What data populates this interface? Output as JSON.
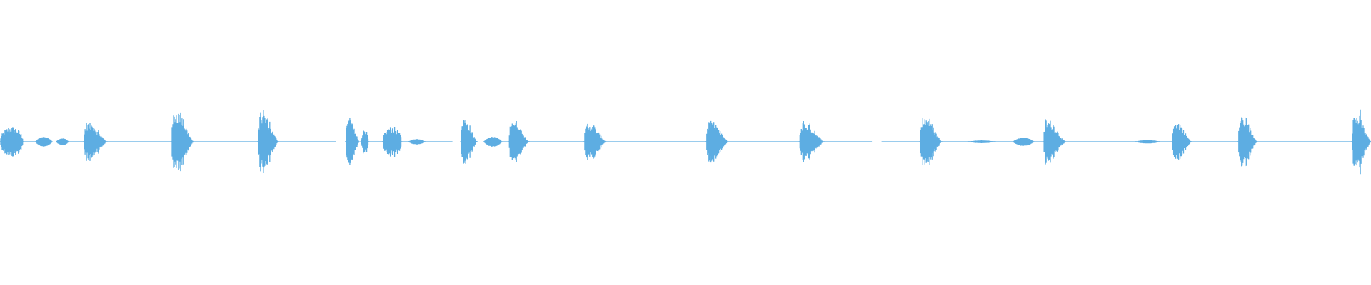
{
  "waveform": {
    "color": "#5dade2",
    "events": [
      {
        "start": 0.0,
        "end": 0.017,
        "peak": 0.11,
        "shape": "blob"
      },
      {
        "start": 0.026,
        "end": 0.038,
        "peak": 0.035,
        "shape": "hum"
      },
      {
        "start": 0.041,
        "end": 0.05,
        "peak": 0.025,
        "shape": "hum"
      },
      {
        "start": 0.061,
        "end": 0.078,
        "peak": 0.14,
        "shape": "burst"
      },
      {
        "start": 0.125,
        "end": 0.141,
        "peak": 0.23,
        "shape": "burst"
      },
      {
        "start": 0.188,
        "end": 0.203,
        "peak": 0.21,
        "shape": "burst"
      },
      {
        "start": 0.252,
        "end": 0.262,
        "peak": 0.19,
        "shape": "burst"
      },
      {
        "start": 0.263,
        "end": 0.269,
        "peak": 0.1,
        "shape": "spike"
      },
      {
        "start": 0.279,
        "end": 0.293,
        "peak": 0.11,
        "shape": "blob"
      },
      {
        "start": 0.298,
        "end": 0.31,
        "peak": 0.02,
        "shape": "hum"
      },
      {
        "start": 0.336,
        "end": 0.348,
        "peak": 0.18,
        "shape": "burst"
      },
      {
        "start": 0.353,
        "end": 0.366,
        "peak": 0.035,
        "shape": "hum"
      },
      {
        "start": 0.371,
        "end": 0.386,
        "peak": 0.16,
        "shape": "burst"
      },
      {
        "start": 0.426,
        "end": 0.442,
        "peak": 0.14,
        "shape": "burst"
      },
      {
        "start": 0.515,
        "end": 0.531,
        "peak": 0.15,
        "shape": "burst"
      },
      {
        "start": 0.583,
        "end": 0.601,
        "peak": 0.14,
        "shape": "burst"
      },
      {
        "start": 0.671,
        "end": 0.687,
        "peak": 0.19,
        "shape": "burst"
      },
      {
        "start": 0.706,
        "end": 0.726,
        "peak": 0.01,
        "shape": "hum"
      },
      {
        "start": 0.739,
        "end": 0.754,
        "peak": 0.03,
        "shape": "hum"
      },
      {
        "start": 0.761,
        "end": 0.777,
        "peak": 0.16,
        "shape": "burst"
      },
      {
        "start": 0.828,
        "end": 0.846,
        "peak": 0.012,
        "shape": "hum"
      },
      {
        "start": 0.855,
        "end": 0.869,
        "peak": 0.15,
        "shape": "burst"
      },
      {
        "start": 0.903,
        "end": 0.917,
        "peak": 0.19,
        "shape": "burst"
      },
      {
        "start": 0.986,
        "end": 1.0,
        "peak": 0.2,
        "shape": "burst"
      }
    ],
    "baseline_segments": [
      [
        0.017,
        0.026
      ],
      [
        0.05,
        0.061
      ],
      [
        0.078,
        0.125
      ],
      [
        0.141,
        0.188
      ],
      [
        0.203,
        0.245
      ],
      [
        0.269,
        0.279
      ],
      [
        0.293,
        0.33
      ],
      [
        0.366,
        0.371
      ],
      [
        0.386,
        0.426
      ],
      [
        0.442,
        0.515
      ],
      [
        0.531,
        0.583
      ],
      [
        0.601,
        0.636
      ],
      [
        0.643,
        0.671
      ],
      [
        0.687,
        0.739
      ],
      [
        0.754,
        0.761
      ],
      [
        0.777,
        0.855
      ],
      [
        0.869,
        0.903
      ],
      [
        0.917,
        0.986
      ]
    ]
  }
}
